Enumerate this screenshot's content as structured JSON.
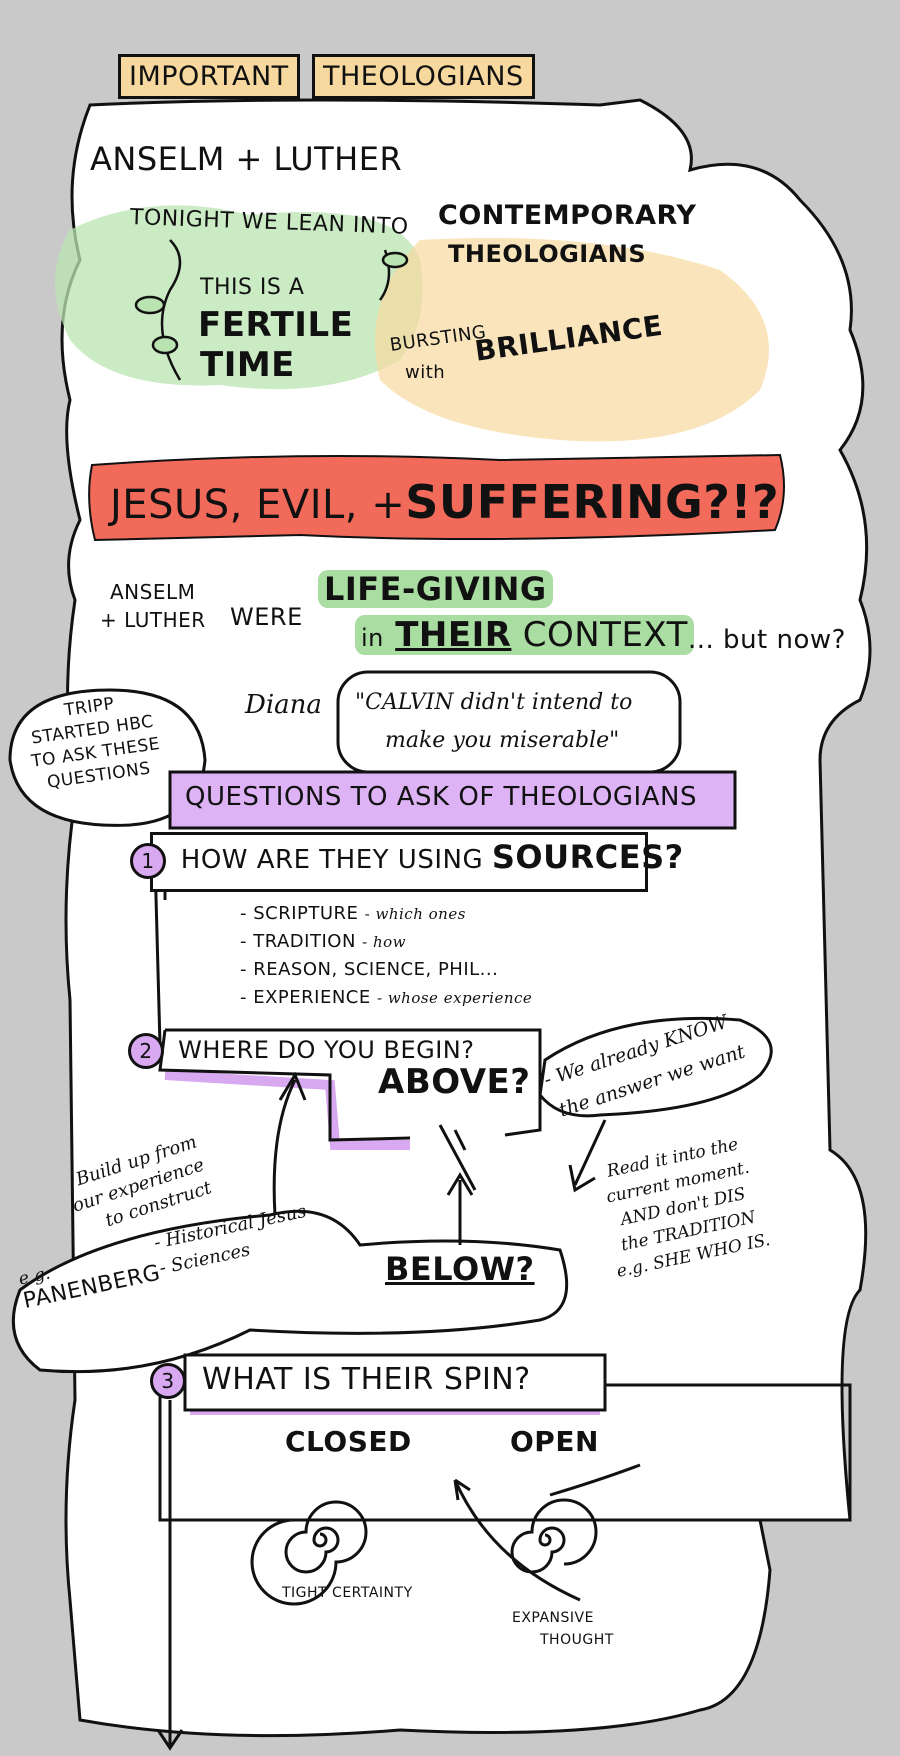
{
  "title": {
    "word1": "IMPORTANT",
    "word2": "THEOLOGIANS"
  },
  "intro": {
    "names": "ANSELM + LUTHER",
    "tonight": "TONIGHT WE LEAN INTO",
    "contemporary": "CONTEMPORARY",
    "theologians": "THEOLOGIANS",
    "fertile_line1": "THIS IS A",
    "fertile_line2": "FERTILE",
    "fertile_line3": "TIME",
    "bursting": "BURSTING",
    "with": "with",
    "brilliance": "BRILLIANCE"
  },
  "banner": {
    "text": "JESUS, EVIL, +",
    "emphasis": "SUFFERING?!?"
  },
  "context": {
    "anselm": "ANSELM",
    "luther": "+ LUTHER",
    "were": "WERE",
    "life_giving": "LIFE-GIVING",
    "in": "in",
    "their": "THEIR",
    "context": "CONTEXT",
    "but_now": "... but now?"
  },
  "tripp": {
    "lines": [
      "TRIPP",
      "STARTED HBC",
      "TO ASK THESE",
      "QUESTIONS"
    ]
  },
  "diana": {
    "name": "Diana",
    "quote_line1": "\"CALVIN didn't intend to",
    "quote_line2": "make you miserable\""
  },
  "questions_header": "QUESTIONS TO ASK OF THEOLOGIANS",
  "q1": {
    "number": "1",
    "text": "HOW ARE THEY USING",
    "emphasis": "SOURCES?",
    "sources": [
      {
        "name": "- SCRIPTURE",
        "note": "- which ones"
      },
      {
        "name": "- TRADITION",
        "note": "- how"
      },
      {
        "name": "- REASON, SCIENCE, PHIL...",
        "note": ""
      },
      {
        "name": "- EXPERIENCE",
        "note": "- whose experience"
      }
    ]
  },
  "q2": {
    "number": "2",
    "text": "WHERE DO YOU BEGIN?",
    "above": "ABOVE?",
    "above_note_line1": "- We already KNOW",
    "above_note_line2": "the answer we want",
    "build_up": [
      "Build up from",
      "our experience",
      "to construct"
    ],
    "below": "BELOW?",
    "below_eg": "e.g.",
    "below_name": "PANENBERG",
    "below_notes": [
      "- Historical Jesus",
      "- Sciences"
    ],
    "read_into": [
      "Read it into the",
      "current moment.",
      "AND don't DIS",
      "the TRADITION",
      "e.g. SHE WHO IS."
    ]
  },
  "q3": {
    "number": "3",
    "text": "WHAT IS THEIR SPIN?",
    "closed": "CLOSED",
    "open": "OPEN",
    "closed_note": "TIGHT CERTAINTY",
    "open_note_line1": "EXPANSIVE",
    "open_note_line2": "THOUGHT"
  },
  "colors": {
    "orange": "#f7d9a0",
    "red": "#f26a5a",
    "green": "#a9dda1",
    "purple": "#d8a8f0",
    "gray": "#c9c9c9"
  }
}
